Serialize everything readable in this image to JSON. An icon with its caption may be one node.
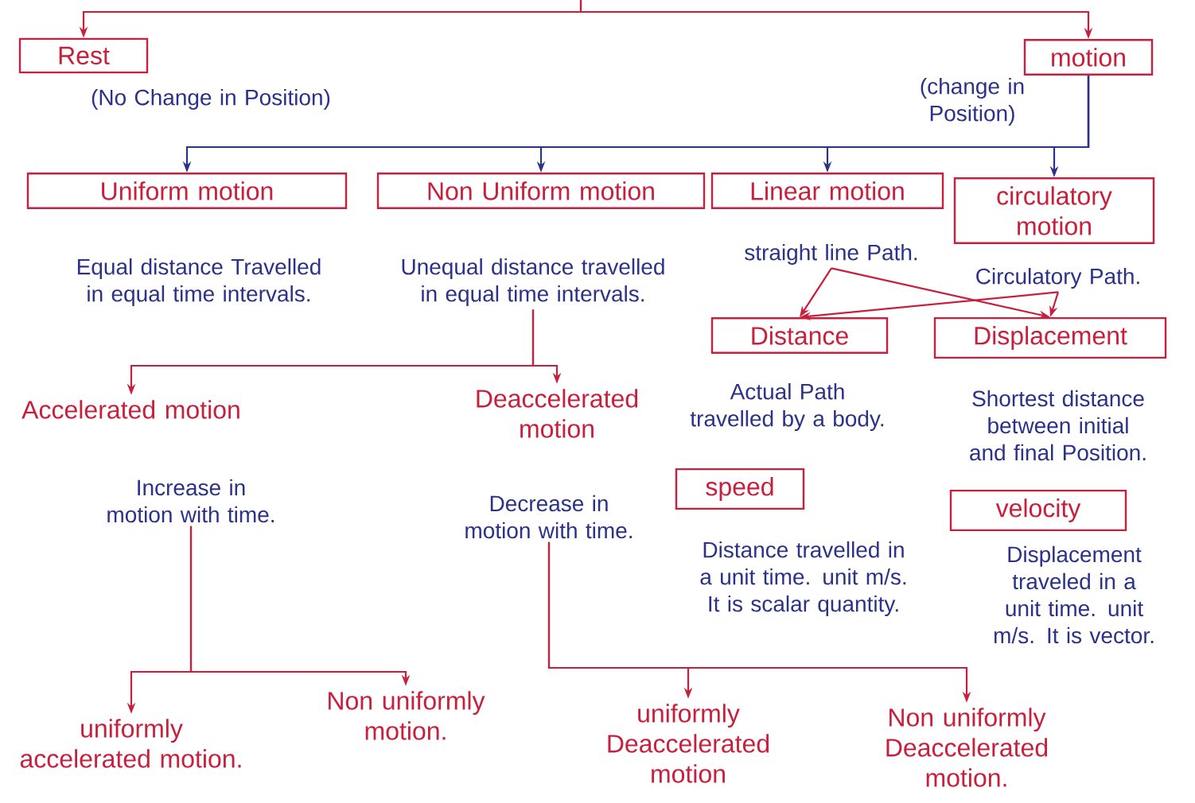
{
  "diagram": {
    "nodes": [
      {
        "text": [
          "Rest"
        ],
        "beside": [
          "(No Change in Position)"
        ]
      },
      {
        "text": [
          "motion"
        ],
        "beside": [
          "(change in Position)"
        ]
      },
      {
        "text": [
          "Uniform motion"
        ],
        "beside": [
          "Equal distance Travelled in equal time intervals."
        ]
      },
      {
        "text": [
          "Non Uniform motion"
        ],
        "beside": [
          "Unequal distance travelled in equal time intervals."
        ]
      },
      {
        "text": [
          "Linear motion"
        ],
        "beside": [
          "straight line Path."
        ]
      },
      {
        "text": [
          "circulatory motion"
        ],
        "beside": [
          "Circulatory Path."
        ]
      },
      {
        "text": [
          "Distance"
        ],
        "beside": [
          "Actual Path travelled by a body."
        ]
      },
      {
        "text": [
          "Displacement"
        ],
        "beside": [
          "Shortest distance between initial and final Position."
        ]
      },
      {
        "text": [
          "speed"
        ],
        "beside": [
          "Distance travelled in a unit time. unit m/s. It is scalar quantity."
        ]
      },
      {
        "text": [
          "velocity"
        ],
        "beside": [
          "Displacement traveled in a unit time. unit m/s. It is vector."
        ]
      },
      {
        "text": [
          "Accelerated motion"
        ],
        "beside": [
          "Increase in motion with time."
        ]
      },
      {
        "text": [
          "Deaccelerated motion"
        ],
        "beside": [
          "Decrease in motion with time."
        ]
      },
      {
        "text": [
          "uniformly accelerated motion."
        ]
      },
      {
        "text": [
          "Non uniformly motion."
        ]
      },
      {
        "text": [
          "uniformly Deaccelerated motion"
        ]
      },
      {
        "text": [
          "Non uniformly Deaccelerated motion."
        ]
      }
    ],
    "edges": [
      {
        "from": null,
        "to": 0,
        "arrow": "to"
      },
      {
        "from": null,
        "to": 1,
        "arrow": "to"
      },
      {
        "from": 1,
        "to": 2,
        "arrow": "to",
        "color": "#2b3288"
      },
      {
        "from": 1,
        "to": 3,
        "arrow": "to",
        "color": "#2b3288"
      },
      {
        "from": 1,
        "to": 4,
        "arrow": "to",
        "color": "#2b3288"
      },
      {
        "from": 1,
        "to": 5,
        "arrow": "to",
        "color": "#2b3288"
      },
      {
        "from": 4,
        "to": 6,
        "arrow": "to"
      },
      {
        "from": 4,
        "to": 7,
        "arrow": "to"
      },
      {
        "from": 5,
        "to": 6,
        "arrow": "to"
      },
      {
        "from": 5,
        "to": 7,
        "arrow": "to"
      },
      {
        "from": 3,
        "to": 10,
        "arrow": "to"
      },
      {
        "from": 3,
        "to": 11,
        "arrow": "to"
      },
      {
        "from": 10,
        "to": 12,
        "arrow": "to"
      },
      {
        "from": 10,
        "to": 13,
        "arrow": "to"
      },
      {
        "from": 11,
        "to": 14,
        "arrow": "to"
      },
      {
        "from": 11,
        "to": 15,
        "arrow": "to"
      }
    ]
  }
}
